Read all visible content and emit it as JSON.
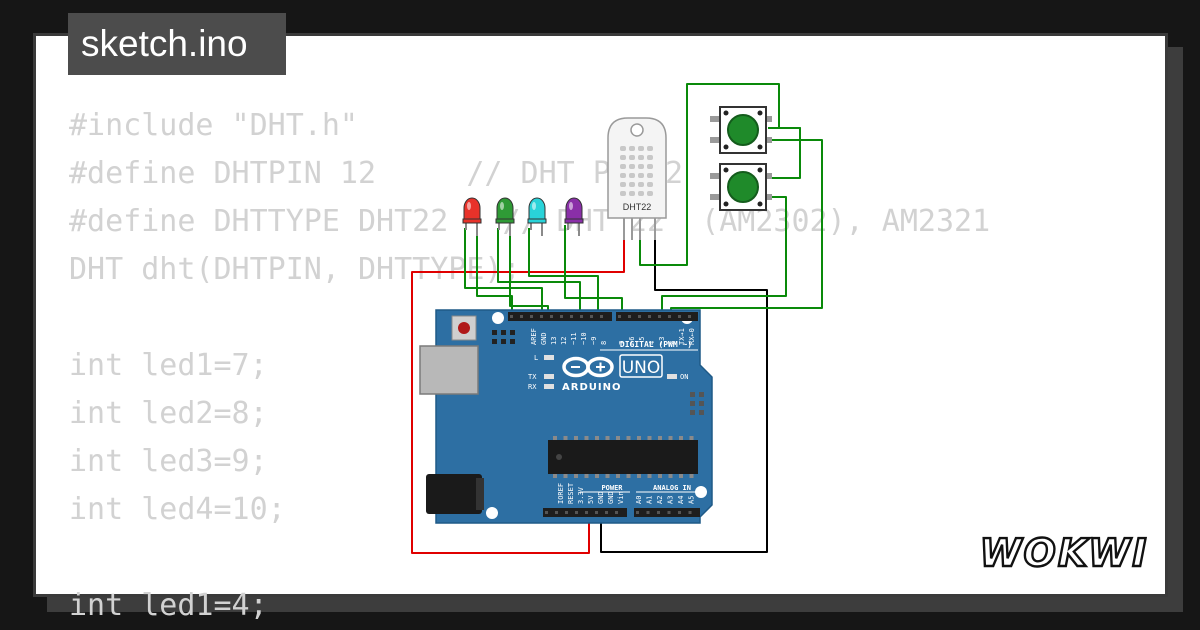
{
  "file_tab": {
    "label": "sketch.ino"
  },
  "code_lines": [
    "#include \"DHT.h\"",
    "#define DHTPIN 12     // DHT PIN 2",
    "#define DHTTYPE DHT22   // DHT 22  (AM2302), AM2321",
    "DHT dht(DHTPIN, DHTTYPE);",
    "",
    "int led1=7;",
    "int led2=8;",
    "int led3=9;",
    "int led4=10;",
    "",
    "int led1=4;"
  ],
  "sensor": {
    "label": "DHT22"
  },
  "board": {
    "brand": "ARDUINO",
    "model": "UNO",
    "digital_header": "DIGITAL (PWM ~)",
    "power_header": "POWER",
    "analog_header": "ANALOG IN",
    "led_l": "L",
    "led_tx": "TX",
    "led_rx": "RX",
    "on_label": "ON",
    "top_pins": [
      "AREF",
      "GND",
      "13",
      "12",
      "~11",
      "~10",
      "~9",
      "8",
      "7",
      "~6",
      "~5",
      "4",
      "~3",
      "2",
      "TX→1",
      "RX←0"
    ],
    "power_pins": [
      "IOREF",
      "RESET",
      "3.3V",
      "5V",
      "GND",
      "GND",
      "Vin"
    ],
    "analog_pins": [
      "A0",
      "A1",
      "A2",
      "A3",
      "A4",
      "A5"
    ]
  },
  "leds": [
    {
      "name": "red",
      "color": "#e8322a"
    },
    {
      "name": "green",
      "color": "#2f9a36"
    },
    {
      "name": "cyan",
      "color": "#29d3d9"
    },
    {
      "name": "purple",
      "color": "#8a2fa8"
    }
  ],
  "wire_colors": {
    "green": "#0a8a0a",
    "red": "#e00000",
    "black": "#000000"
  },
  "brand_logo": {
    "text": "WOKWI"
  }
}
